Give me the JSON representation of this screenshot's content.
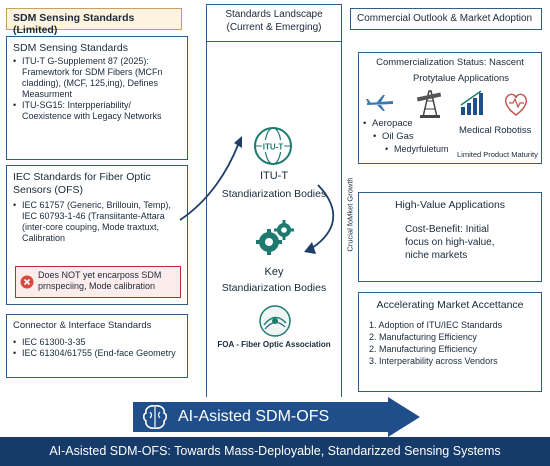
{
  "left": {
    "header": "SDM Sensing Standards (Limited)",
    "sdm": {
      "title": "SDM Sensing Standards",
      "items": [
        "ITU-T G-Supplement 87 (2025): Framewtork for SDM Fibers (MCFn cladding), (MCF, 125,ing), Defines Measurment",
        "ITU-SG15: Interpperiability/ Coexistence with Legacy Networks"
      ]
    },
    "iec": {
      "title": "IEC Standards for Fiber Optic Sensors (OFS)",
      "items": [
        "IEC 61757 (Generic, Brillouin, Temp), IEC 60793-1-46 (Transiitante-Attara (inter-core couping, Mode traxtuxt, Calibration"
      ],
      "warning": "Does NOT yet encarposs SDM prnspeciing, Mode calibration"
    },
    "connector": {
      "title": "Connector & Interface Standards",
      "items": [
        "IEC 61300-3-35",
        "IEC 61304/61755 (End-face Geometry"
      ]
    }
  },
  "center": {
    "header": "Standards Landscape (Current & Emerging)",
    "itu_icon_text": "ITU-T",
    "itu_title": "ITU-T",
    "itu_subtitle": "Standiarization Bodies",
    "key_title": "Key",
    "key_subtitle": "Standiarization Bodies",
    "foa_label": "FOA - Fiber Optic Association",
    "side_label": "Crucial foMket Growth"
  },
  "right": {
    "header": "Commercial Outlook & Market Adoption",
    "commercial": {
      "title": "Commercialization Status: Nascent",
      "subtitle": "Protytalue Applications",
      "apps": [
        "Aeropace",
        "Oil Gas",
        "Medyrfuletum"
      ],
      "medical": "Medical Robotiss",
      "maturity": "Limited Product Maturity"
    },
    "highvalue": {
      "title": "High-Value Applications",
      "body": "Cost-Benefit: Initial focus on high-value, niche markets"
    },
    "accelerating": {
      "title": "Accelerating Market Accettance",
      "items": [
        "1.  Adoption of ITU/IEC Standards",
        "2.  Manufacturing Efficiency",
        "2.  Manufacturing Efficiency",
        "3.  Interperability across Vendors"
      ]
    }
  },
  "bottom": {
    "arrow_label": "AI-Asisted SDM-OFS",
    "banner": "AI-Asisted SDM-OFS: Towards Mass-Deployable, Standarizzed Sensing Systems"
  },
  "colors": {
    "border": "#2e5e8a",
    "navy": "#163a6a",
    "teal": "#1e7a6e",
    "warning": "#c62828"
  }
}
